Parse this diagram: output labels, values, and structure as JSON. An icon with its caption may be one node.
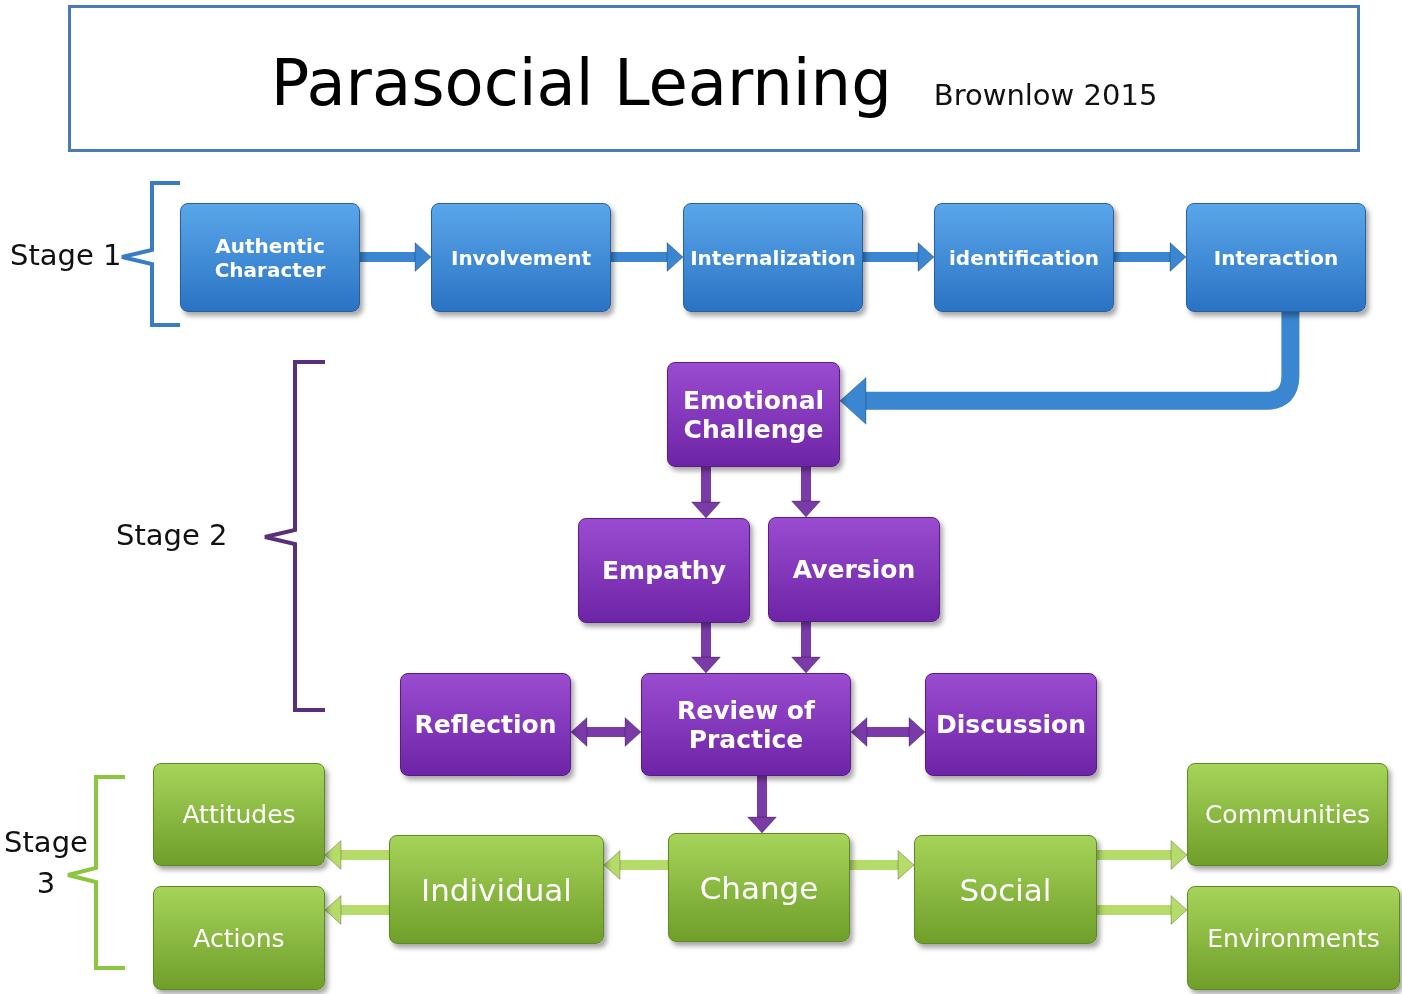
{
  "diagram": {
    "title": "Parasocial Learning",
    "nodes": [
      {
        "text": [
          "Authentic Character"
        ]
      },
      {
        "text": [
          "Involvement"
        ]
      },
      {
        "text": [
          "Internalization"
        ]
      },
      {
        "text": [
          "identification"
        ]
      },
      {
        "text": [
          "Interaction"
        ]
      },
      {
        "text": [
          "Emotional Challenge"
        ]
      },
      {
        "text": [
          "Empathy"
        ]
      },
      {
        "text": [
          "Aversion"
        ]
      },
      {
        "text": [
          "Reflection"
        ]
      },
      {
        "text": [
          "Review of Practice"
        ]
      },
      {
        "text": [
          "Discussion"
        ]
      },
      {
        "text": [
          "Attitudes"
        ]
      },
      {
        "text": [
          "Individual"
        ]
      },
      {
        "text": [
          "Change"
        ]
      },
      {
        "text": [
          "Social"
        ]
      },
      {
        "text": [
          "Communities"
        ]
      },
      {
        "text": [
          "Actions"
        ]
      },
      {
        "text": [
          "Environments"
        ]
      }
    ],
    "edges": [
      {
        "from": 0,
        "to": 1,
        "arrow": "to",
        "color": "#3a86d0"
      },
      {
        "from": 1,
        "to": 2,
        "arrow": "to",
        "color": "#3a86d0"
      },
      {
        "from": 2,
        "to": 3,
        "arrow": "to",
        "color": "#3a86d0"
      },
      {
        "from": 3,
        "to": 4,
        "arrow": "to",
        "color": "#3a86d0"
      },
      {
        "from": 4,
        "to": 5,
        "arrow": "to",
        "style": "thick",
        "color": "#3a86d0"
      },
      {
        "from": 5,
        "to": 6,
        "arrow": "to"
      },
      {
        "from": 5,
        "to": 7,
        "arrow": "to"
      },
      {
        "from": 6,
        "to": 9,
        "arrow": "to"
      },
      {
        "from": 7,
        "to": 9,
        "arrow": "to"
      },
      {
        "from": 9,
        "to": 8,
        "arrow": "both"
      },
      {
        "from": 9,
        "to": 10,
        "arrow": "both"
      },
      {
        "from": 9,
        "to": 13,
        "arrow": "to"
      },
      {
        "from": 13,
        "to": 12,
        "arrow": "to",
        "color": "#b5dc6a"
      },
      {
        "from": 12,
        "to": 11,
        "arrow": "to",
        "color": "#b5dc6a"
      },
      {
        "from": 12,
        "to": 16,
        "arrow": "to",
        "color": "#b5dc6a"
      },
      {
        "from": 13,
        "to": 14,
        "arrow": "to",
        "color": "#b5dc6a"
      },
      {
        "from": 14,
        "to": 15,
        "arrow": "to",
        "color": "#b5dc6a"
      },
      {
        "from": 14,
        "to": 17,
        "arrow": "to",
        "color": "#b5dc6a"
      }
    ],
    "labels": [
      "Brownlow 2015",
      "Stage 1",
      "Stage 2",
      "Stage 3"
    ]
  }
}
